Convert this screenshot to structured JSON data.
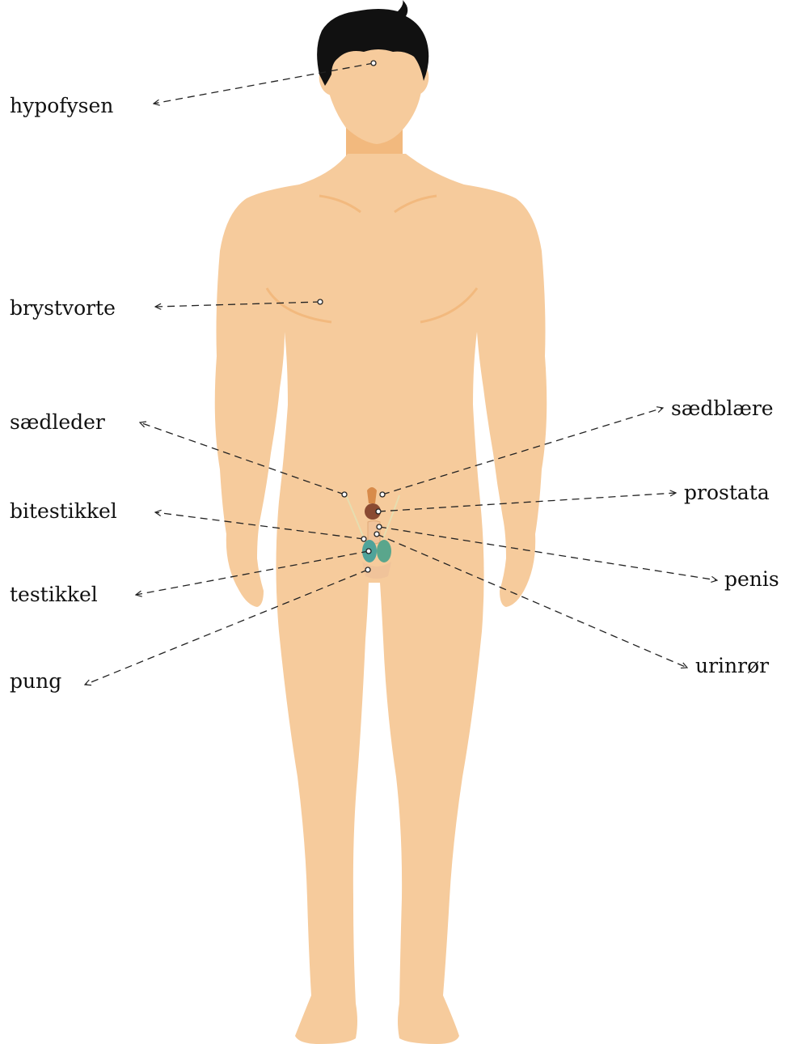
{
  "colors": {
    "skin": "#f6cb9c",
    "skin_shadow": "#f2b97e",
    "hair": "#111111",
    "leader": "#222222",
    "testis": "#4fa39a",
    "prostate": "#8a4a32"
  },
  "labels": {
    "hypofysen": "hypofysen",
    "brystvorte": "brystvorte",
    "saedleder": "sædleder",
    "bitestikkel": "bitestikkel",
    "testikkel": "testikkel",
    "pung": "pung",
    "saedblaere": "sædblære",
    "prostata": "prostata",
    "penis": "penis",
    "urinror": "urinrør"
  }
}
